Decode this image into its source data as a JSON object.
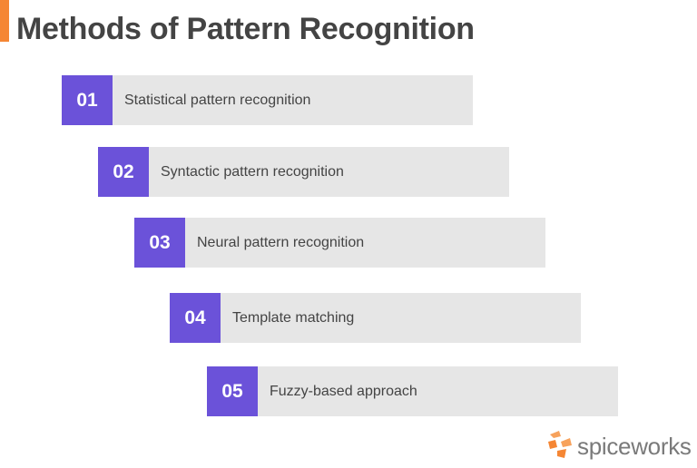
{
  "title": "Methods of Pattern Recognition",
  "colors": {
    "accent": "#f58634",
    "number_box": "#6b52d9",
    "bar": "#e6e6e6",
    "text": "#444444"
  },
  "items": [
    {
      "number": "01",
      "label": "Statistical pattern recognition"
    },
    {
      "number": "02",
      "label": "Syntactic pattern recognition"
    },
    {
      "number": "03",
      "label": "Neural pattern recognition"
    },
    {
      "number": "04",
      "label": "Template matching"
    },
    {
      "number": "05",
      "label": "Fuzzy-based approach"
    }
  ],
  "logo": {
    "icon": "spiceworks-logo-icon",
    "text": "spiceworks"
  }
}
